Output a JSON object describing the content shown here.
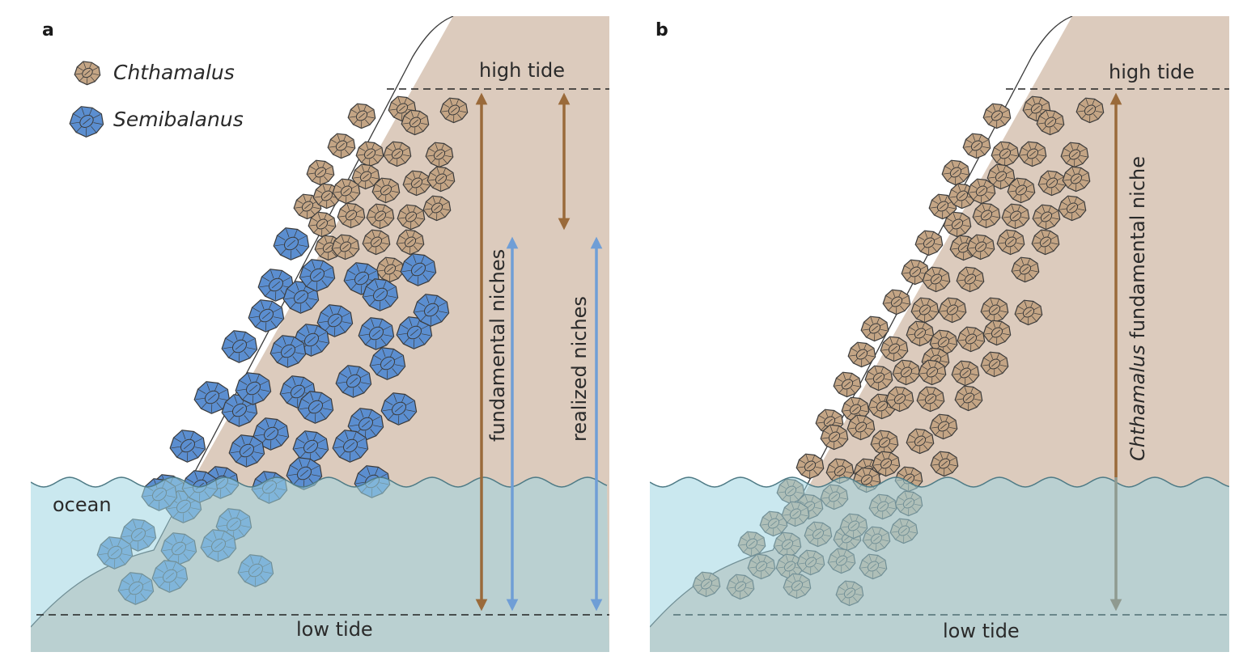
{
  "panel_a": {
    "letter": "a",
    "legend": [
      {
        "name": "Chthamalus",
        "color": "#c4a585"
      },
      {
        "name": "Semibalanus",
        "color": "#5b8ed0"
      }
    ],
    "high_tide": "high tide",
    "low_tide": "low tide",
    "ocean": "ocean",
    "fundamental_niches": "fundamental niches",
    "realized_niches": "realized niches"
  },
  "panel_b": {
    "letter": "b",
    "high_tide": "high tide",
    "low_tide": "low tide",
    "niche_genus": "Chthamalus",
    "niche_rest": " fundamental niche"
  },
  "colors": {
    "rock": "#dccbbd",
    "ocean_open": "#cdeaf3",
    "ocean_over_rock": "#b5d3d5",
    "chthamalus": "#c4a585",
    "semibalanus": "#5b8ed0",
    "chthamalus_arrow": "#9a6a3a",
    "semibalanus_arrow": "#6f9ed6",
    "outline": "#3a3a3a"
  }
}
